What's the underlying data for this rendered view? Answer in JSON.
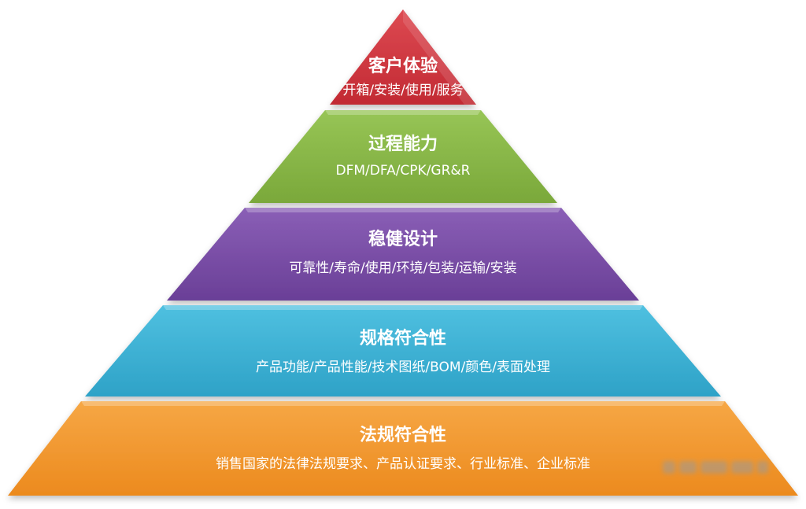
{
  "diagram": {
    "tiers": [
      {
        "title": "客户体验",
        "subtitle": "开箱/安装/使用/服务",
        "color": "#c22a33",
        "color_light": "#dd4a52"
      },
      {
        "title": "过程能力",
        "subtitle": "DFM/DFA/CPK/GR&R",
        "color": "#7aa83a",
        "color_light": "#97c556"
      },
      {
        "title": "稳健设计",
        "subtitle": "可靠性/寿命/使用/环境/包装/运输/安装",
        "color": "#6a3f97",
        "color_light": "#8a5fb6"
      },
      {
        "title": "规格符合性",
        "subtitle": "产品功能/产品性能/技术图纸/BOM/颜色/表面处理",
        "color": "#2ea2c7",
        "color_light": "#4fc0e0"
      },
      {
        "title": "法规符合性",
        "subtitle": "销售国家的法律法规要求、产品认证要求、行业标准、企业标准",
        "color": "#ec8a1e",
        "color_light": "#f6a745"
      }
    ]
  }
}
